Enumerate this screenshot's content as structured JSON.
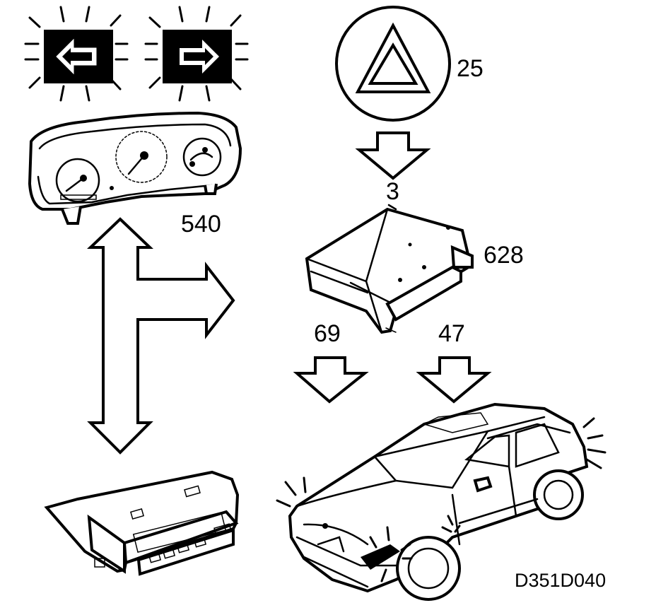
{
  "labels": {
    "hazard_switch": "25",
    "wire_in": "3",
    "instrument_cluster": "540",
    "control_module": "628",
    "wire_left": "69",
    "wire_right": "47",
    "reference": "D351D040"
  },
  "icons": {
    "turn_left": "arrow-left-icon",
    "turn_right": "arrow-right-icon",
    "hazard": "warning-triangle-icon"
  },
  "colors": {
    "ink": "#000000",
    "paper": "#ffffff"
  }
}
